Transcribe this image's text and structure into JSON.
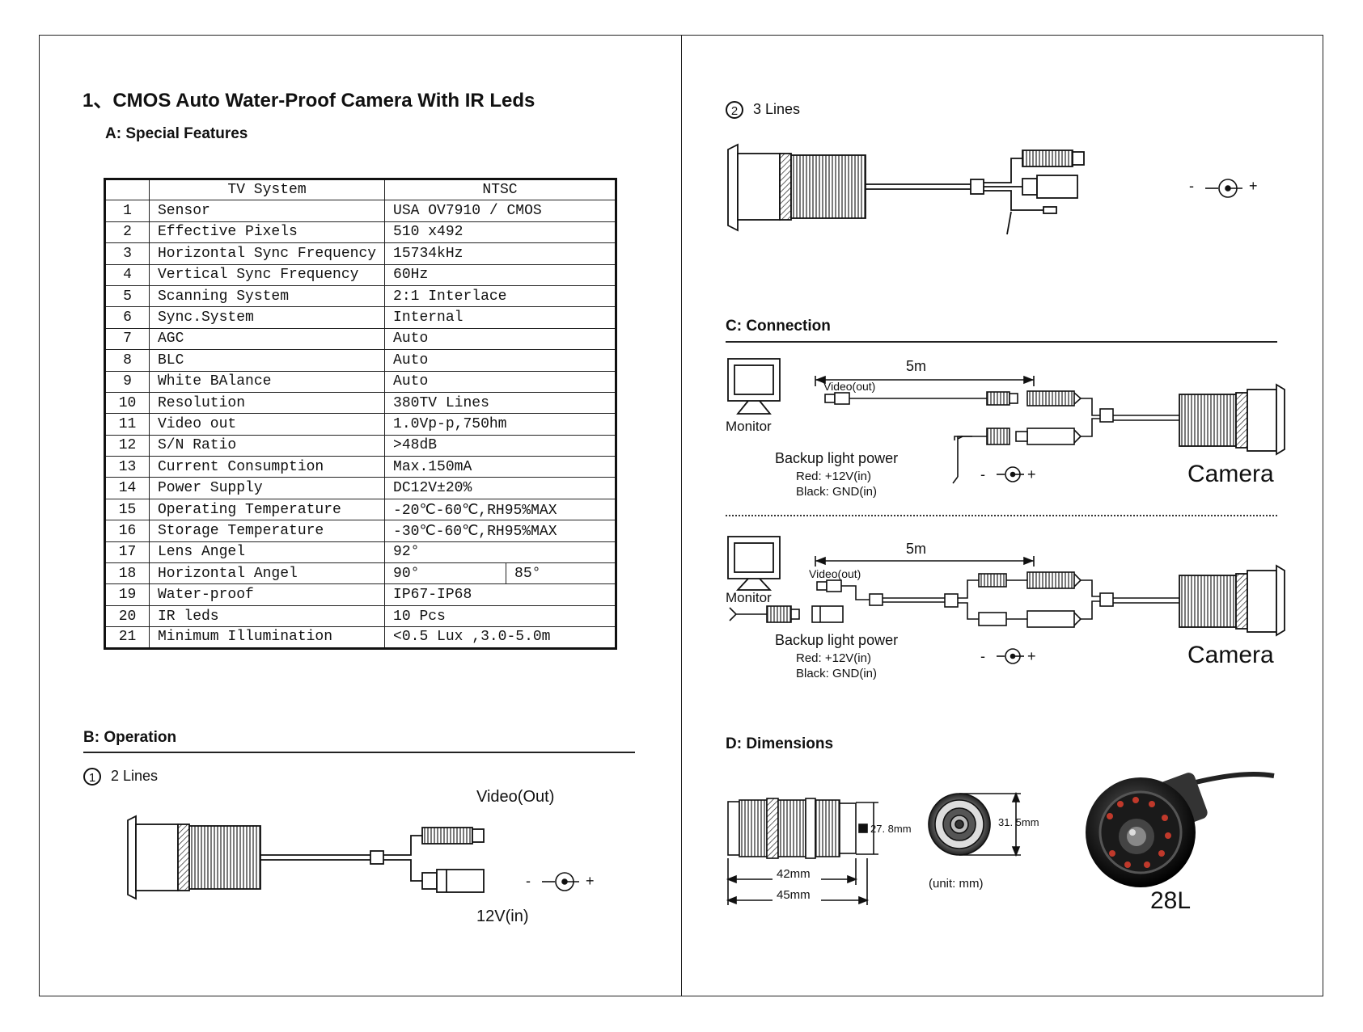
{
  "title": "1、CMOS Auto Water-Proof Camera With IR Leds",
  "section_a": "A: Special  Features",
  "spec_table": {
    "headers": [
      "",
      "TV System",
      "NTSC"
    ],
    "rows": [
      {
        "no": "1",
        "name": "Sensor",
        "value": "USA OV7910 / CMOS"
      },
      {
        "no": "2",
        "name": "Effective Pixels",
        "value": "510 x492"
      },
      {
        "no": "3",
        "name": "Horizontal Sync Frequency",
        "value": "15734kHz"
      },
      {
        "no": "4",
        "name": "Vertical Sync Frequency",
        "value": "60Hz"
      },
      {
        "no": "5",
        "name": "Scanning System",
        "value": "2:1 Interlace"
      },
      {
        "no": "6",
        "name": "Sync.System",
        "value": "Internal"
      },
      {
        "no": "7",
        "name": "AGC",
        "value": "Auto"
      },
      {
        "no": "8",
        "name": "BLC",
        "value": "Auto"
      },
      {
        "no": "9",
        "name": "White BAlance",
        "value": "Auto"
      },
      {
        "no": "10",
        "name": "Resolution",
        "value": "380TV Lines"
      },
      {
        "no": "11",
        "name": "Video out",
        "value": "1.0Vp-p,750hm"
      },
      {
        "no": "12",
        "name": "S/N Ratio",
        "value": ">48dB"
      },
      {
        "no": "13",
        "name": "Current Consumption",
        "value": "Max.150mA"
      },
      {
        "no": "14",
        "name": "Power Supply",
        "value": "DC12V±20%"
      },
      {
        "no": "15",
        "name": "Operating Temperature",
        "value": "-20℃-60℃,RH95%MAX"
      },
      {
        "no": "16",
        "name": "Storage Temperature",
        "value": "-30℃-60℃,RH95%MAX"
      },
      {
        "no": "17",
        "name": "Lens Angel",
        "value": "92°"
      },
      {
        "no": "18",
        "name": "Horizontal Angel",
        "value": "90°",
        "value2": "85°"
      },
      {
        "no": "19",
        "name": "Water-proof",
        "value": "IP67-IP68"
      },
      {
        "no": "20",
        "name": "IR leds",
        "value": "10 Pcs"
      },
      {
        "no": "21",
        "name": "Minimum Illumination",
        "value": "<0.5 Lux ,3.0-5.0m"
      }
    ]
  },
  "section_b": "B: Operation",
  "op1": {
    "num": "1",
    "label": "2 Lines",
    "video_out": "Video(Out)",
    "power_in": "12V(in)"
  },
  "op2": {
    "num": "2",
    "label": "3 Lines"
  },
  "polarity": {
    "minus": "-",
    "plus": "+"
  },
  "section_c": "C: Connection",
  "connection": {
    "length": "5m",
    "video_out": "Video(out)",
    "monitor": "Monitor",
    "backup": "Backup light power",
    "red": "Red: +12V(in)",
    "black": "Black: GND(in)",
    "camera": "Camera"
  },
  "section_d": "D: Dimensions",
  "dimensions": {
    "d1": "27. 8mm",
    "d2": "31. 5mm",
    "len1": "42mm",
    "len2": "45mm",
    "unit": "(unit: mm)",
    "model": "28L"
  }
}
